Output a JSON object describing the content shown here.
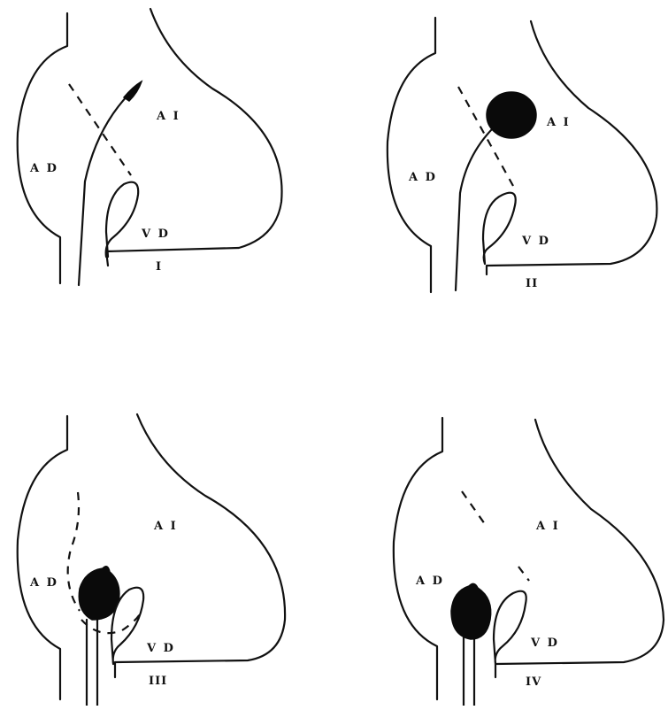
{
  "panels": [
    {
      "numeral": "I",
      "labels": {
        "ai": "A I",
        "ad": "A D",
        "vd": "V D"
      }
    },
    {
      "numeral": "II",
      "labels": {
        "ai": "A I",
        "ad": "A D",
        "vd": "V D"
      }
    },
    {
      "numeral": "III",
      "labels": {
        "ai": "A I",
        "ad": "A D",
        "vd": "V D"
      }
    },
    {
      "numeral": "IV",
      "labels": {
        "ai": "A I",
        "ad": "A D",
        "vd": "V D"
      }
    }
  ]
}
